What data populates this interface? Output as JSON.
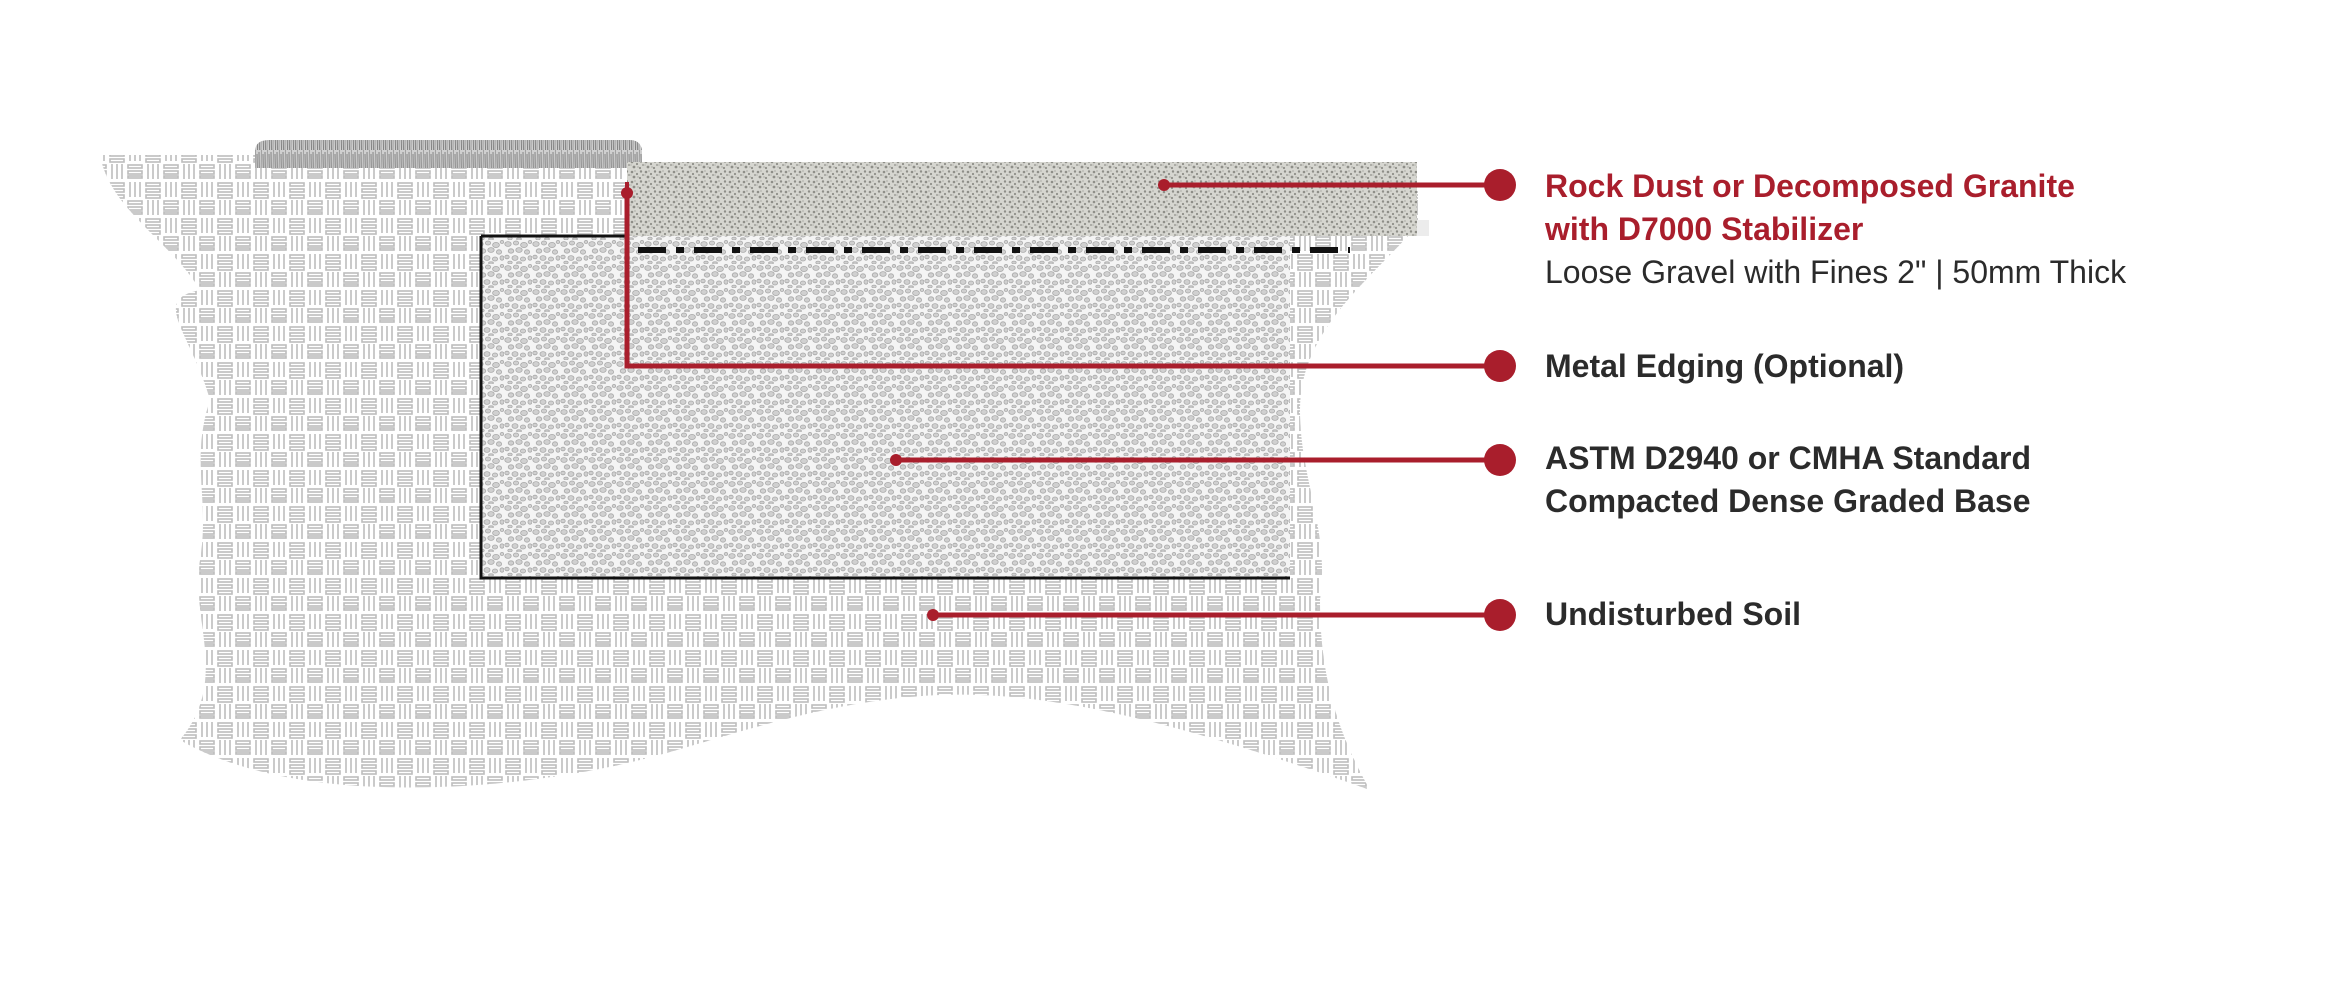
{
  "colors": {
    "accent": "#a91e2c",
    "text": "#2b2b2b",
    "soil_pattern": "#b9b9b9",
    "gravel": "#c9c9c9",
    "surface": "#a8a8a0",
    "grass": "#9a9a9a"
  },
  "labels": {
    "surface": {
      "line1": "Rock Dust or Decomposed Granite",
      "line2": "with D7000 Stabilizer",
      "detail": "Loose Gravel with Fines 2\" | 50mm Thick"
    },
    "edging": {
      "line1": "Metal Edging (Optional)"
    },
    "base": {
      "line1": "ASTM D2940 or CMHA Standard",
      "line2": "Compacted Dense Graded Base"
    },
    "soil": {
      "line1": "Undisturbed Soil"
    }
  }
}
